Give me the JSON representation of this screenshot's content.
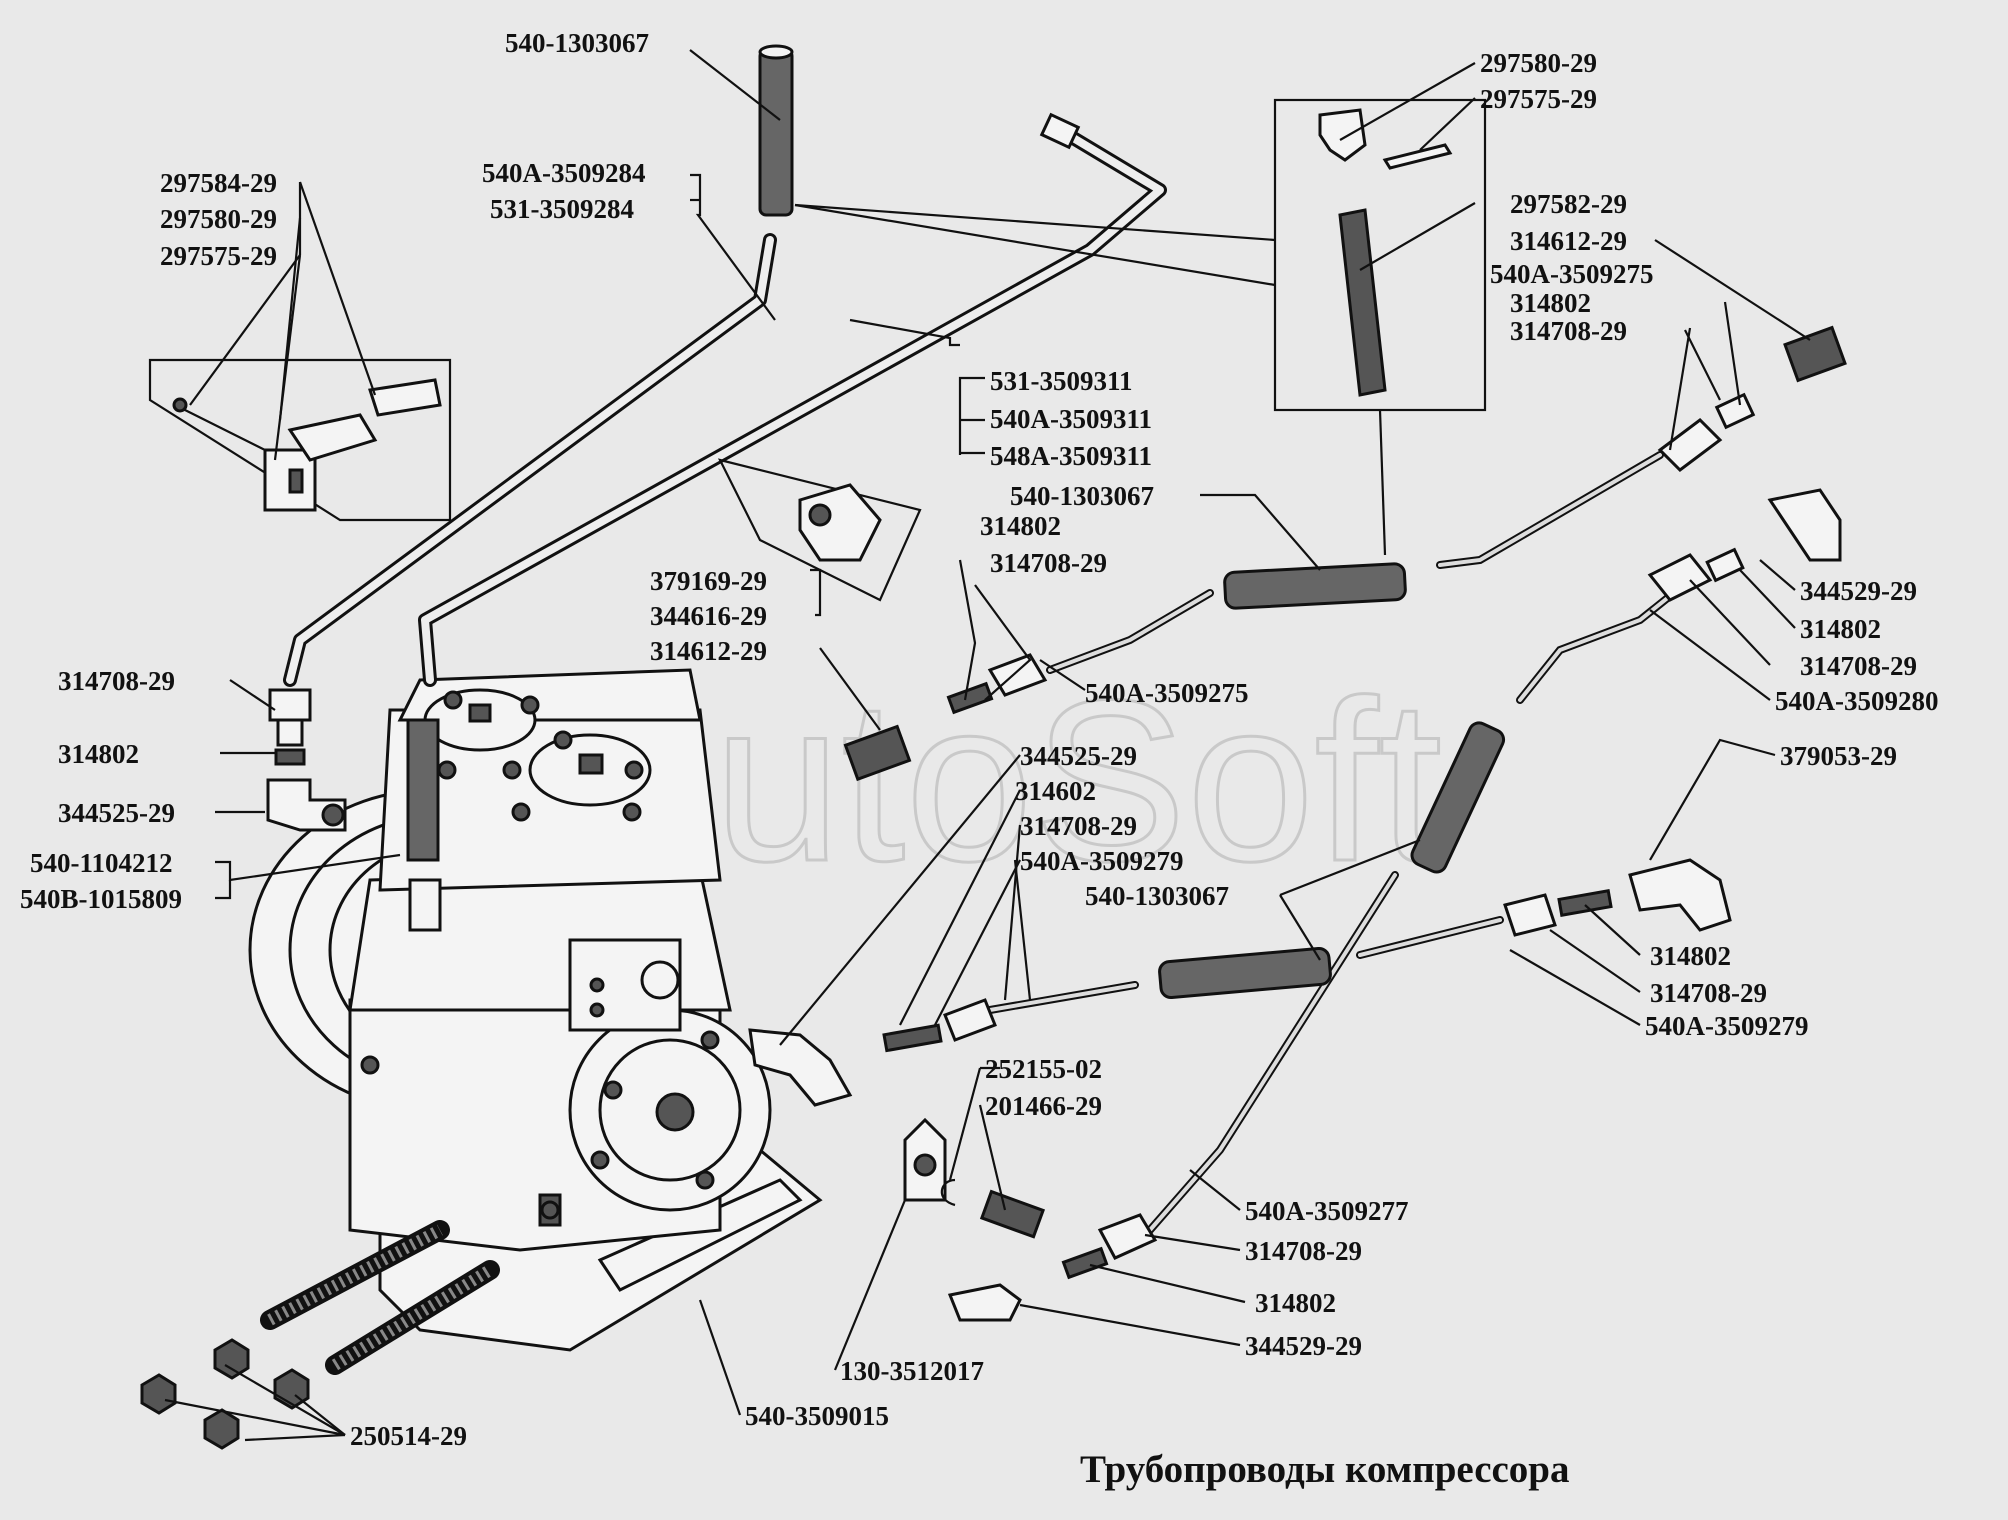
{
  "title": "Трубопроводы компрессора",
  "watermark": "AutoSoft",
  "labels": [
    "540-1303067",
    "540А-3509284",
    "531-3509284",
    "297584-29",
    "297580-29",
    "297575-29",
    "297580-29",
    "297575-29",
    "297582-29",
    "314612-29",
    "540А-3509275",
    "314802",
    "314708-29",
    "531-3509311",
    "540А-3509311",
    "548А-3509311",
    "540-1303067",
    "314802",
    "314708-29",
    "379169-29",
    "344616-29",
    "314612-29",
    "540А-3509275",
    "314708-29",
    "314802",
    "344525-29",
    "540-1104212",
    "540В-1015809",
    "344525-29",
    "314602",
    "314708-29",
    "540А-3509279",
    "540-1303067",
    "344529-29",
    "314802",
    "314708-29",
    "540А-3509280",
    "379053-29",
    "314802",
    "314708-29",
    "540А-3509279",
    "252155-02",
    "201466-29",
    "540А-3509277",
    "314708-29",
    "314802",
    "344529-29",
    "130-3512017",
    "540-3509015",
    "250514-29"
  ]
}
